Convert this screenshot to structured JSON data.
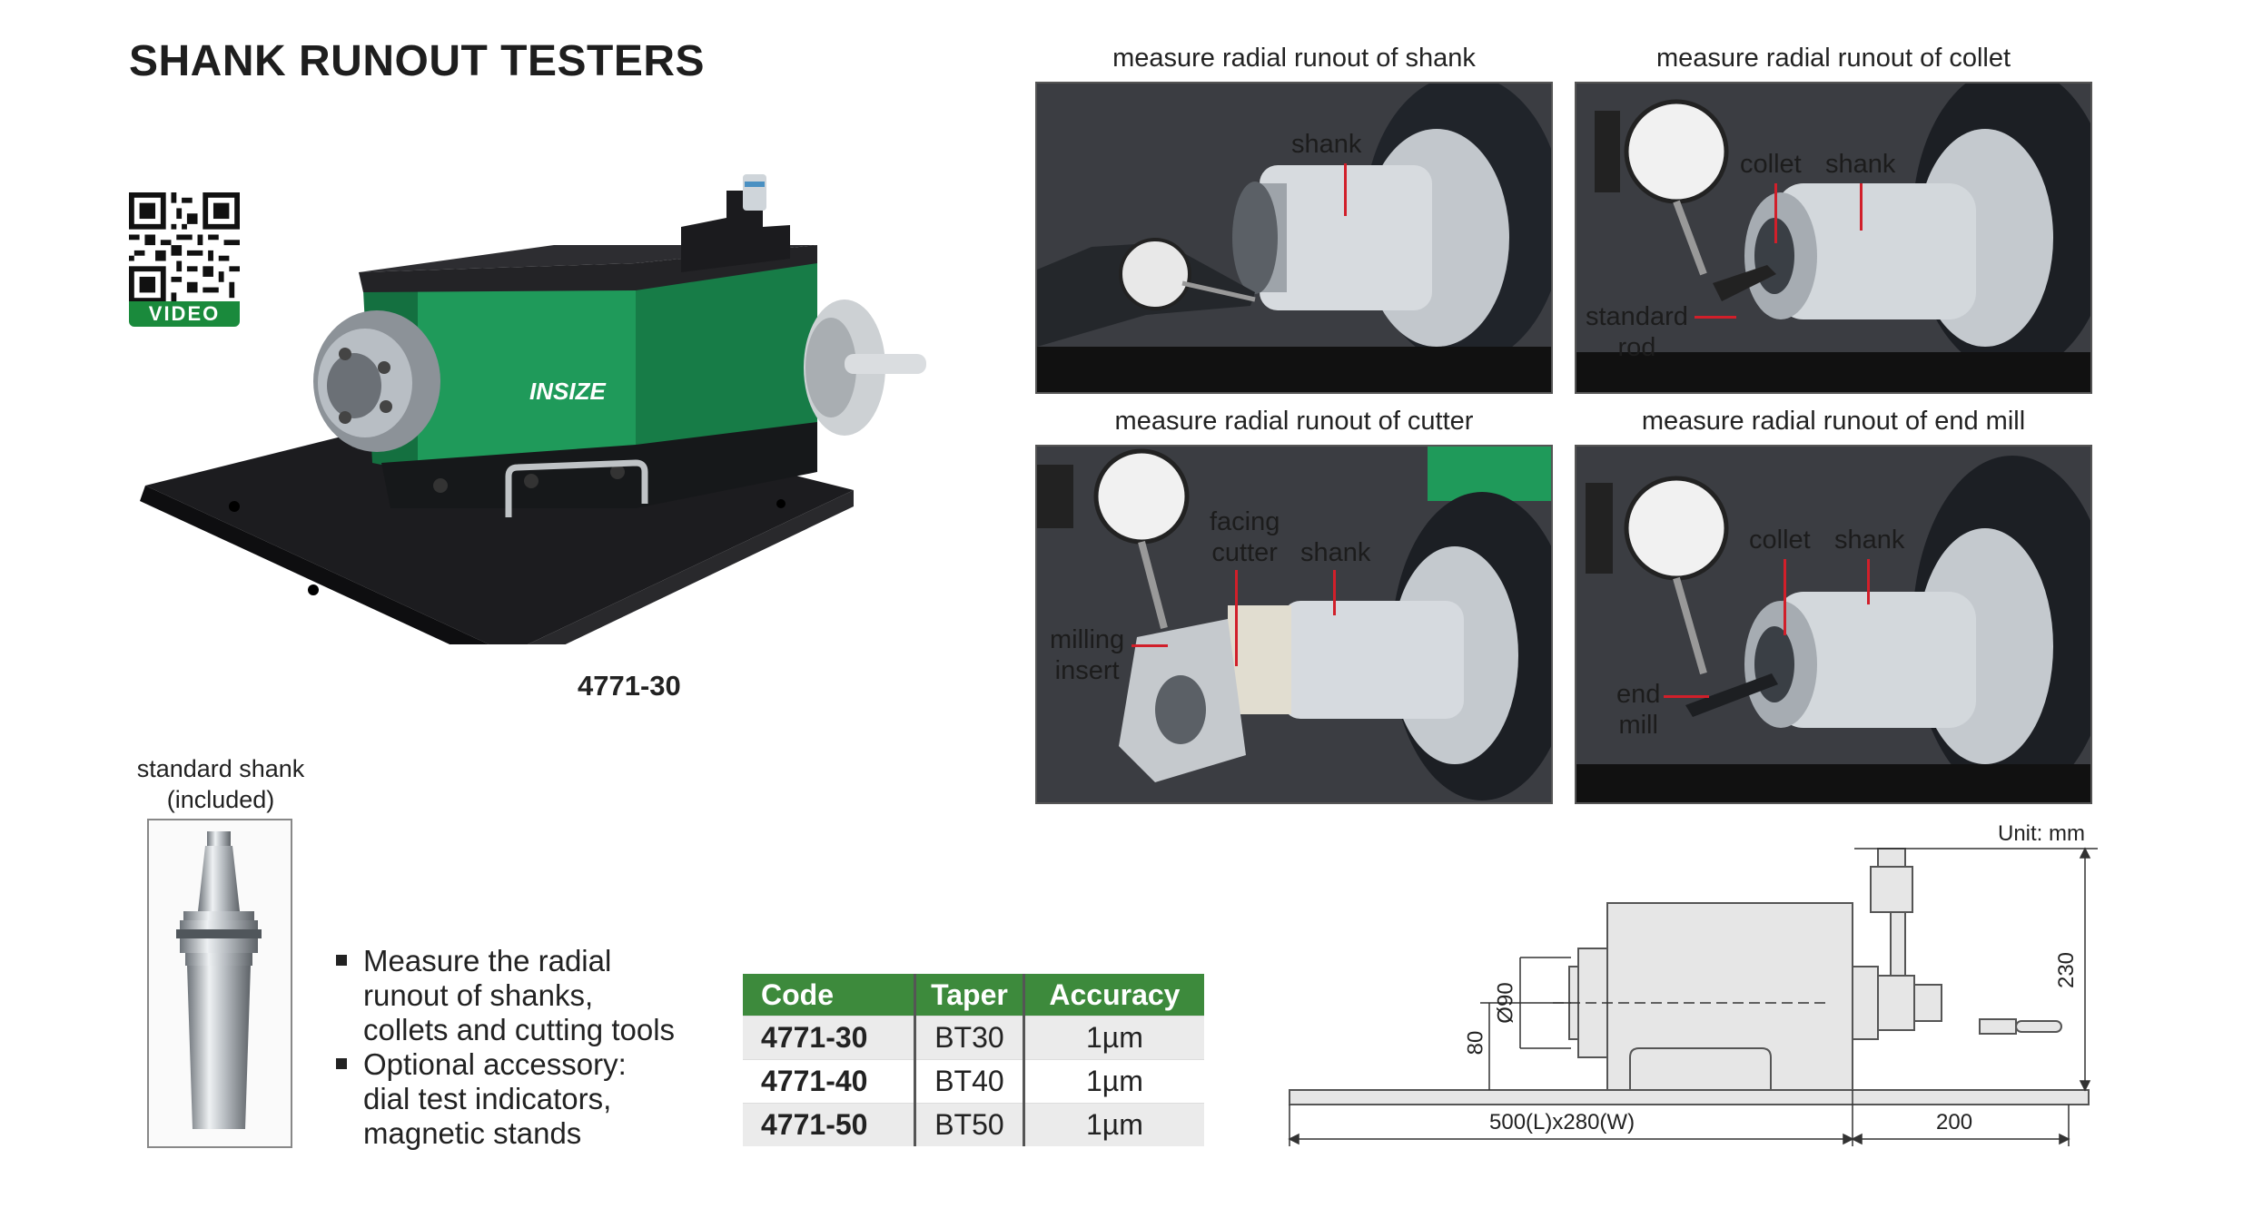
{
  "page": {
    "title": "SHANK RUNOUT TESTERS"
  },
  "qr": {
    "badge": "VIDEO"
  },
  "product": {
    "model": "4771-30",
    "brand": "INSIZE"
  },
  "shank": {
    "caption_line1": "standard shank",
    "caption_line2": "(included)"
  },
  "features": [
    {
      "lines": [
        "Measure the radial",
        "runout of shanks,",
        "collets and cutting tools"
      ]
    },
    {
      "lines": [
        "Optional accessory:",
        "dial test indicators,",
        "magnetic stands"
      ]
    }
  ],
  "spec_table": {
    "headers": [
      "Code",
      "Taper",
      "Accuracy"
    ],
    "rows": [
      [
        "4771-30",
        "BT30",
        "1µm"
      ],
      [
        "4771-40",
        "BT40",
        "1µm"
      ],
      [
        "4771-50",
        "BT50",
        "1µm"
      ]
    ]
  },
  "panels": {
    "p1": {
      "caption": "measure radial runout of shank",
      "labels": {
        "shank": "shank"
      }
    },
    "p2": {
      "caption": "measure radial runout of collet",
      "labels": {
        "collet": "collet",
        "shank": "shank",
        "rod1": "standard",
        "rod2": "rod"
      }
    },
    "p3": {
      "caption": "measure radial runout of cutter",
      "labels": {
        "facing1": "facing",
        "facing2": "cutter",
        "shank": "shank",
        "insert1": "milling",
        "insert2": "insert"
      }
    },
    "p4": {
      "caption": "measure radial runout of end mill",
      "labels": {
        "collet": "collet",
        "shank": "shank",
        "mill1": "end",
        "mill2": "mill"
      }
    }
  },
  "drawing": {
    "unit": "Unit: mm",
    "dim_base": "500(L)x280(W)",
    "dim_ext": "200",
    "dim_height": "230",
    "dim_center": "80",
    "dim_dia": "Ø90"
  },
  "colors": {
    "brand_green": "#1f9a5a",
    "table_header": "#3d8a3c",
    "callout": "#d11f2a"
  }
}
